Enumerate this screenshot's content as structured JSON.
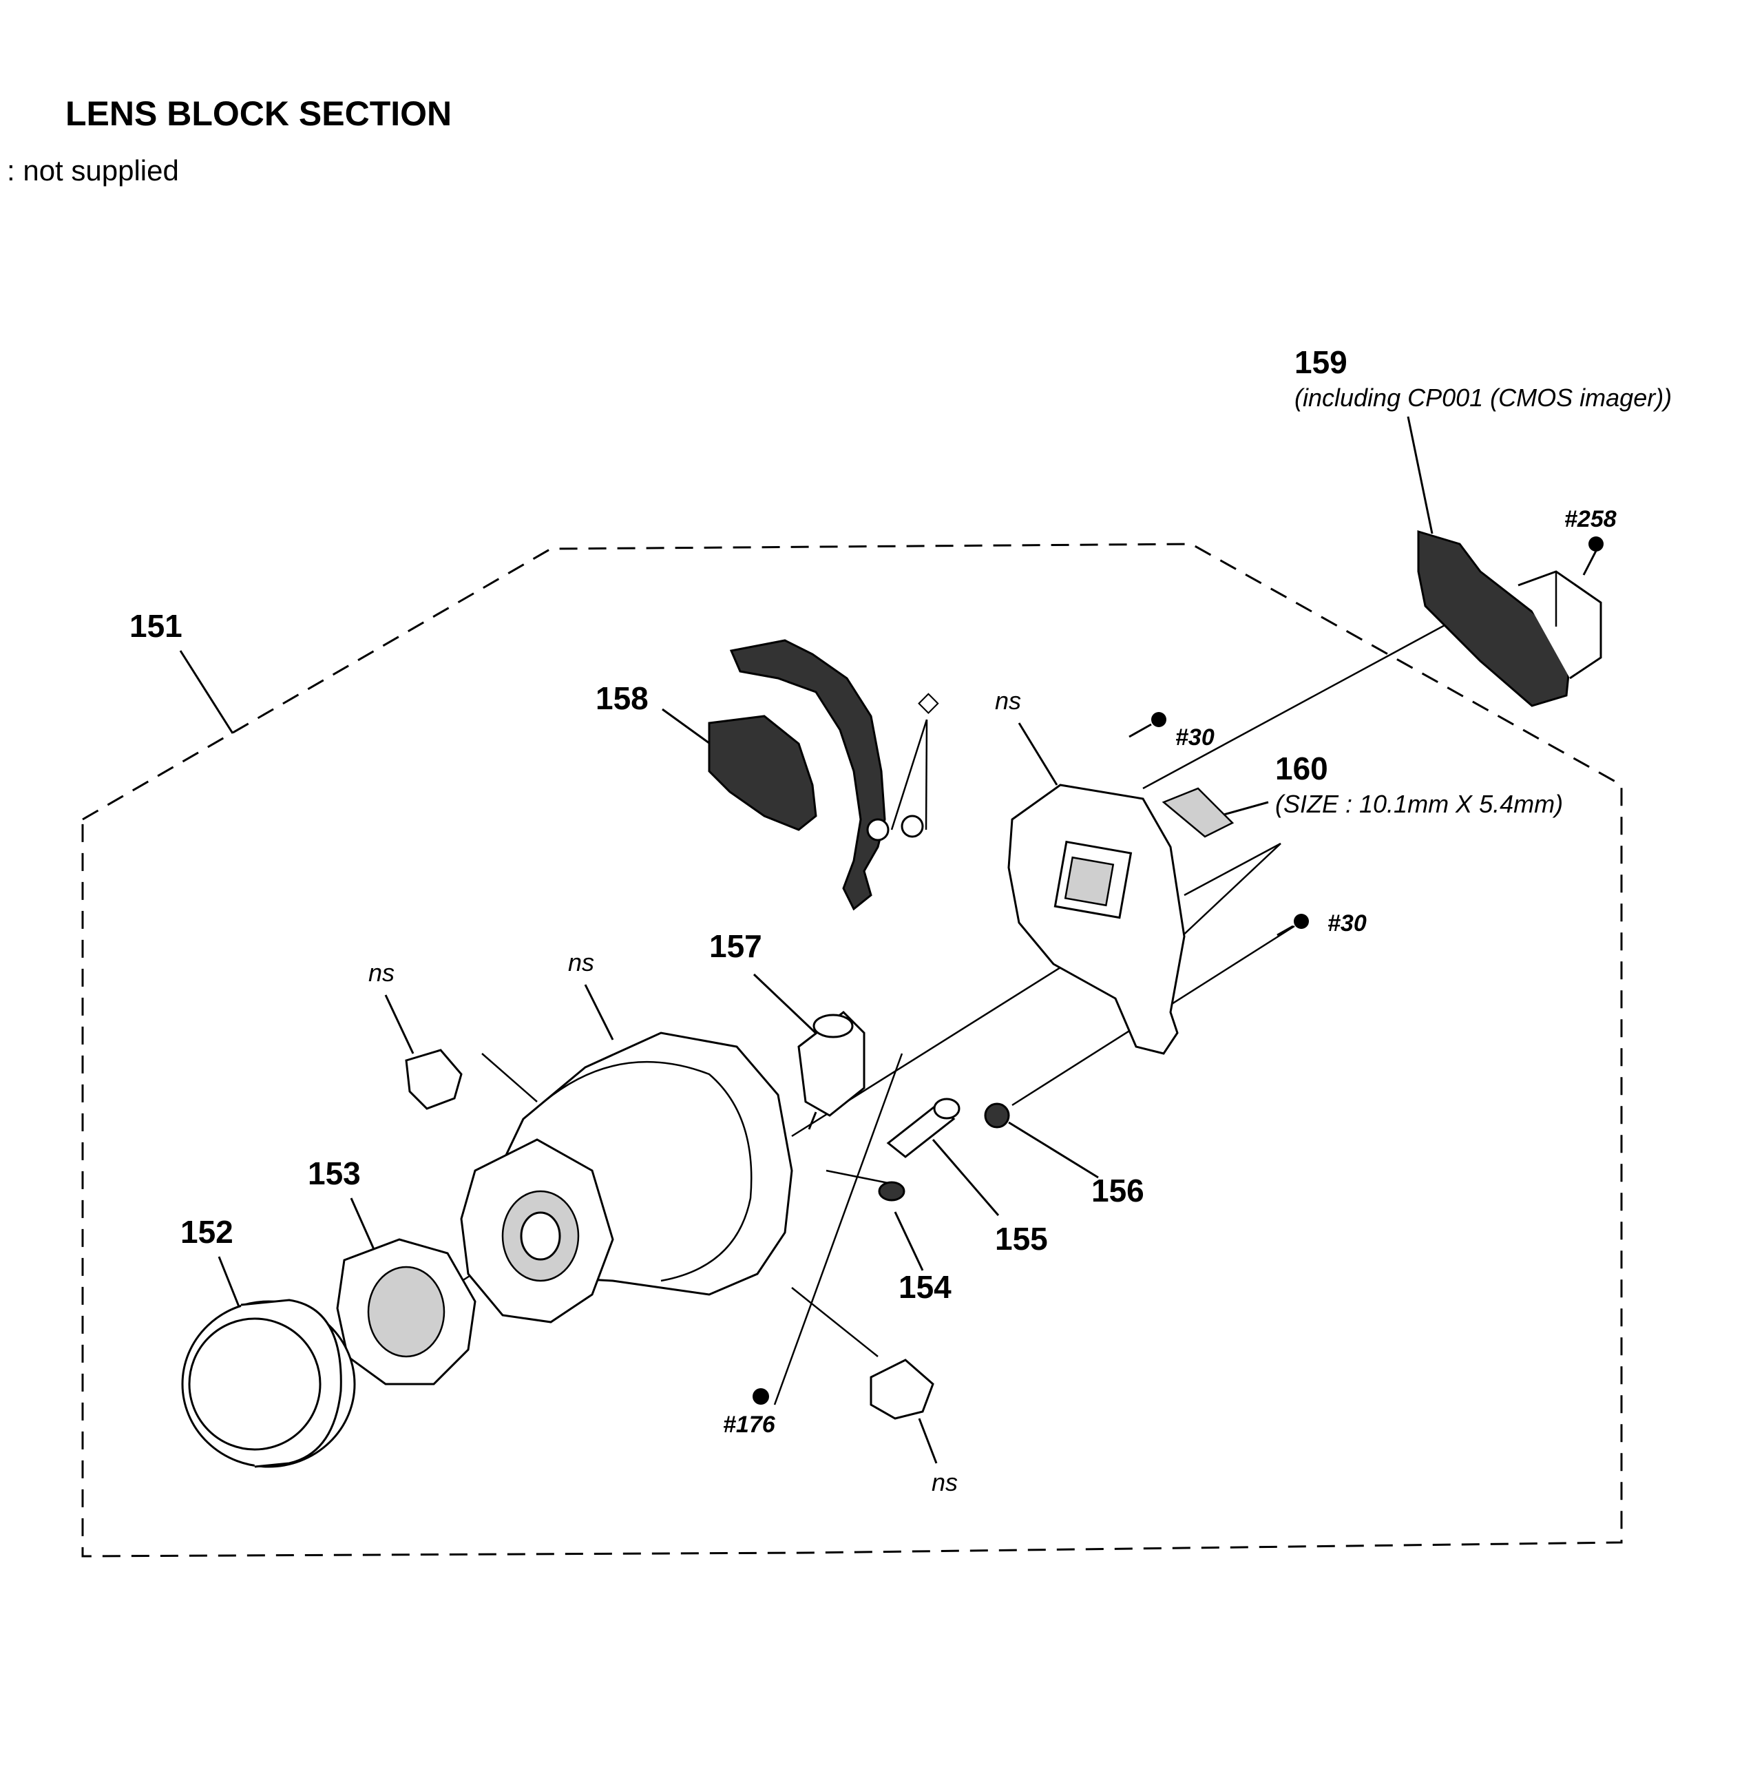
{
  "title": "LENS BLOCK SECTION",
  "legend_text": ": not supplied",
  "diamond_symbol": "◇",
  "parts": {
    "p151": "151",
    "p152": "152",
    "p153": "153",
    "p154": "154",
    "p155": "155",
    "p156": "156",
    "p157": "157",
    "p158": "158",
    "p159": "159",
    "p160": "160"
  },
  "notes": {
    "p159_note": "(including CP001 (CMOS imager))",
    "p160_note": "(SIZE : 10.1mm X 5.4mm)"
  },
  "not_supplied_label": "ns",
  "screws": {
    "s258": "#258",
    "s30": "#30",
    "s176": "#176"
  }
}
